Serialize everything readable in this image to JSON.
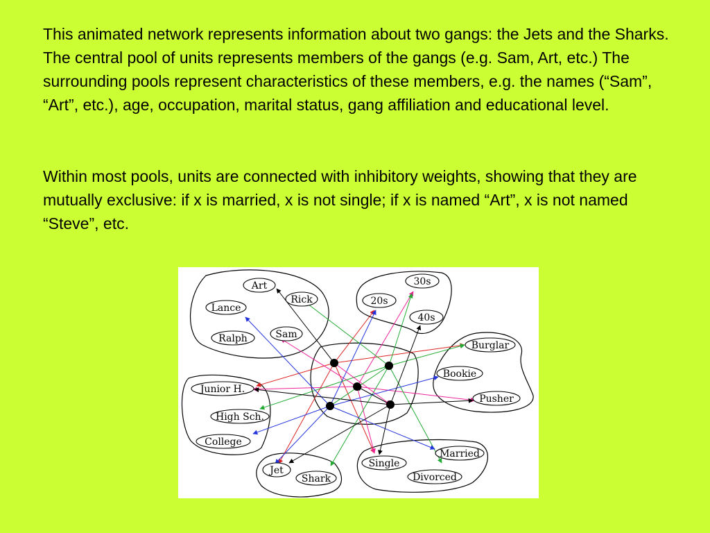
{
  "slide": {
    "paragraph1": "This animated network represents information about two gangs: the Jets and the Sharks. The central pool of units represents members of the gangs (e.g. Sam, Art, etc.) The surrounding pools represent characteristics of these members, e.g. the names (“Sam”, “Art”, etc.), age, occupation, marital status, gang affiliation and educational level.",
    "paragraph2": "Within most pools, units are connected with inhibitory weights, showing that they are mutually exclusive: if x is married, x is not single; if x is named “Art”, x is not named “Steve”, etc."
  },
  "diagram": {
    "colors": {
      "background": "#ccff33",
      "red": "#dd2222",
      "green": "#22aa33",
      "blue": "#2233dd",
      "magenta": "#ee2299",
      "black": "#000000"
    },
    "nodes": {
      "art": "Art",
      "rick": "Rick",
      "lance": "Lance",
      "sam": "Sam",
      "ralph": "Ralph",
      "s20": "20s",
      "s30": "30s",
      "s40": "40s",
      "burglar": "Burglar",
      "bookie": "Bookie",
      "pusher": "Pusher",
      "junior": "Junior H.",
      "high": "High Sch.",
      "college": "College",
      "jet": "Jet",
      "shark": "Shark",
      "single": "Single",
      "married": "Married",
      "divorced": "Divorced"
    }
  }
}
